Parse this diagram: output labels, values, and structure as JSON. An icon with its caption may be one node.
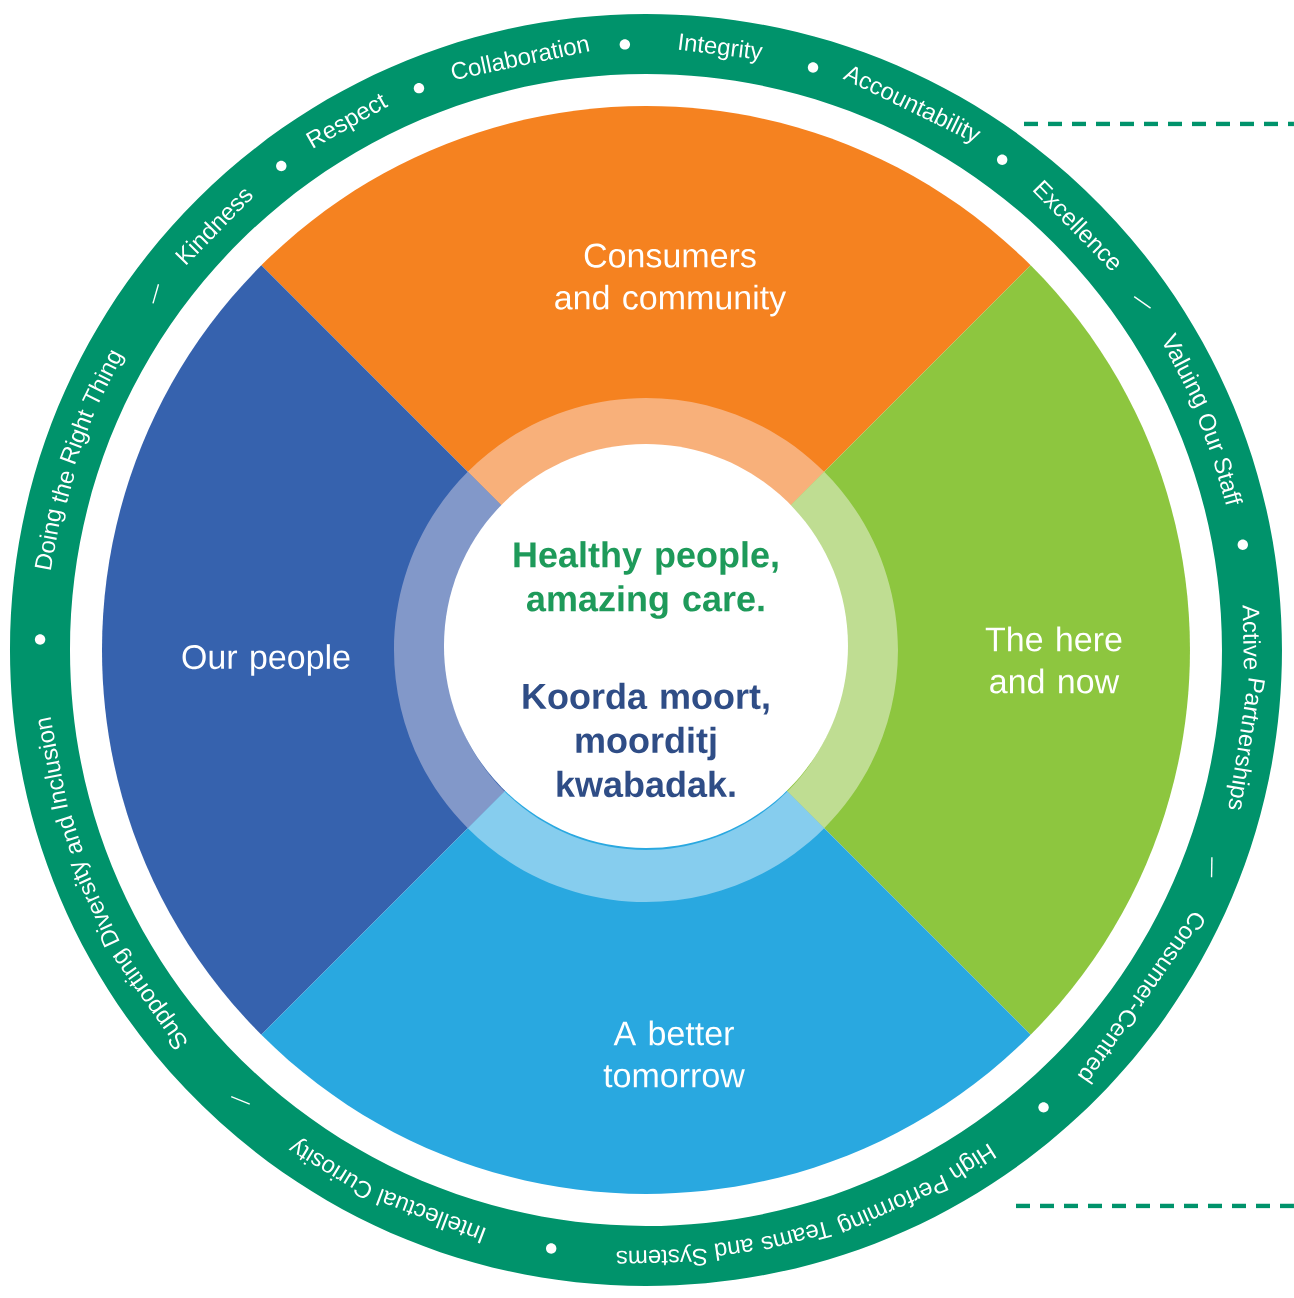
{
  "diagram": {
    "nodes": [
      {
        "text": [
          "Consumers and community"
        ]
      },
      {
        "text": [
          "Our people"
        ]
      },
      {
        "text": [
          "Healthy people, amazing care.",
          "Koorda moort, moorditj kwabadak."
        ]
      },
      {
        "text": [
          "The here and now"
        ]
      },
      {
        "text": [
          "A better tomorrow"
        ]
      }
    ],
    "labels": [
      "Supporting Diversity and Inclusion",
      "Doing the Right Thing",
      "Kindness",
      "Respect",
      "Collaboration",
      "Integrity",
      "Accountability",
      "Excellence",
      "Valuing Our Staff",
      "Active Partnerships",
      "Consumer-Centred",
      "High Performing Teams and Systems",
      "Intellectual Curiosity"
    ]
  }
}
